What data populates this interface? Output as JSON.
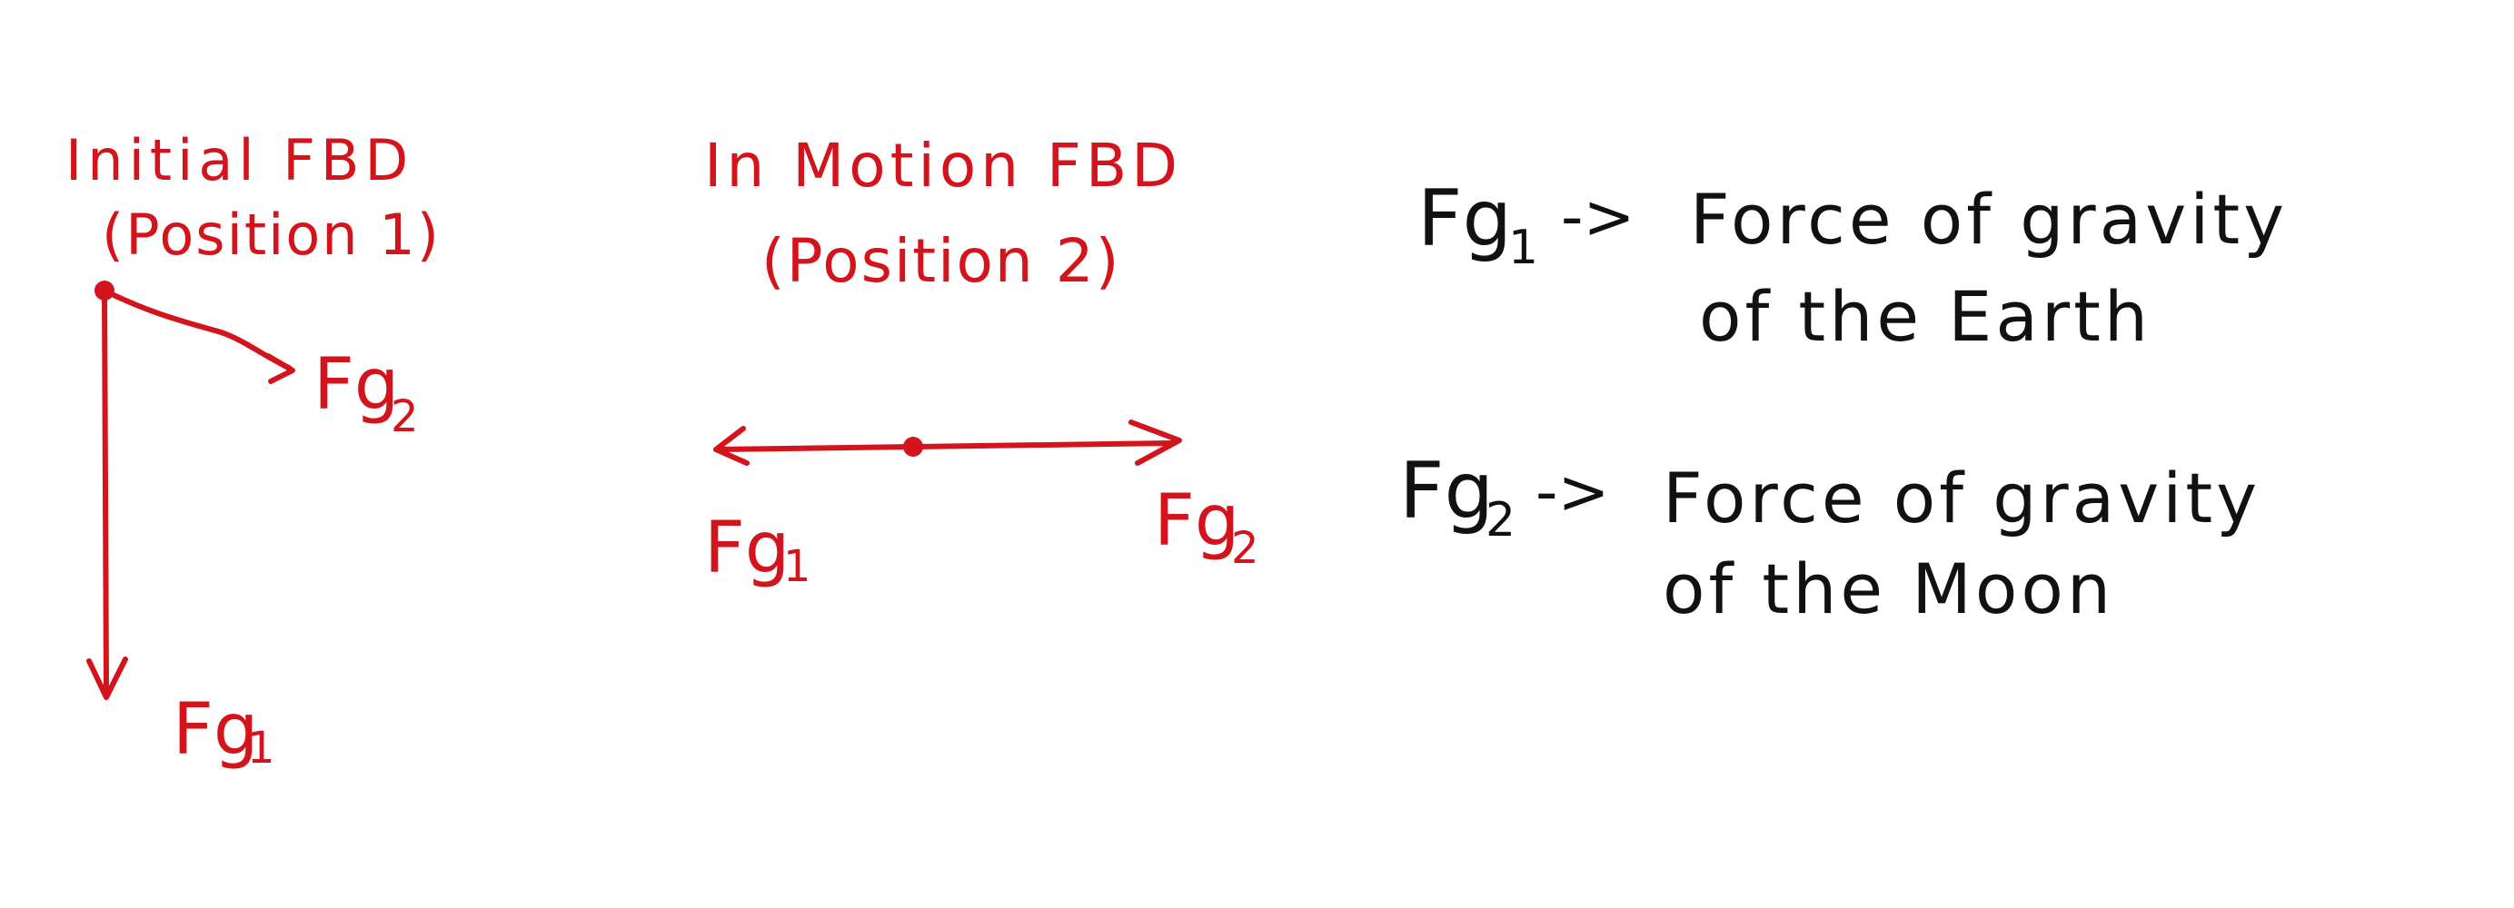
{
  "colors": {
    "diagram_red": "#d4141c",
    "text_black": "#111111",
    "background": "#ffffff"
  },
  "initial_fbd": {
    "title_line1": "Initial FBD",
    "title_line2": "(Position 1)",
    "label_down": "Fg",
    "label_down_sub": "1",
    "label_right": "Fg",
    "label_right_sub": "2"
  },
  "motion_fbd": {
    "title_line1": "In Motion FBD",
    "title_line2": "(Position 2)",
    "label_left": "Fg",
    "label_left_sub": "1",
    "label_right": "Fg",
    "label_right_sub": "2"
  },
  "legend": {
    "fg1_symbol": "Fg",
    "fg1_sub": "1",
    "fg1_arrow": "->",
    "fg1_line1": "Force of gravity",
    "fg1_line2": "of the Earth",
    "fg2_symbol": "Fg",
    "fg2_sub": "2",
    "fg2_arrow": "->",
    "fg2_line1": "Force of gravity",
    "fg2_line2": "of the Moon"
  }
}
